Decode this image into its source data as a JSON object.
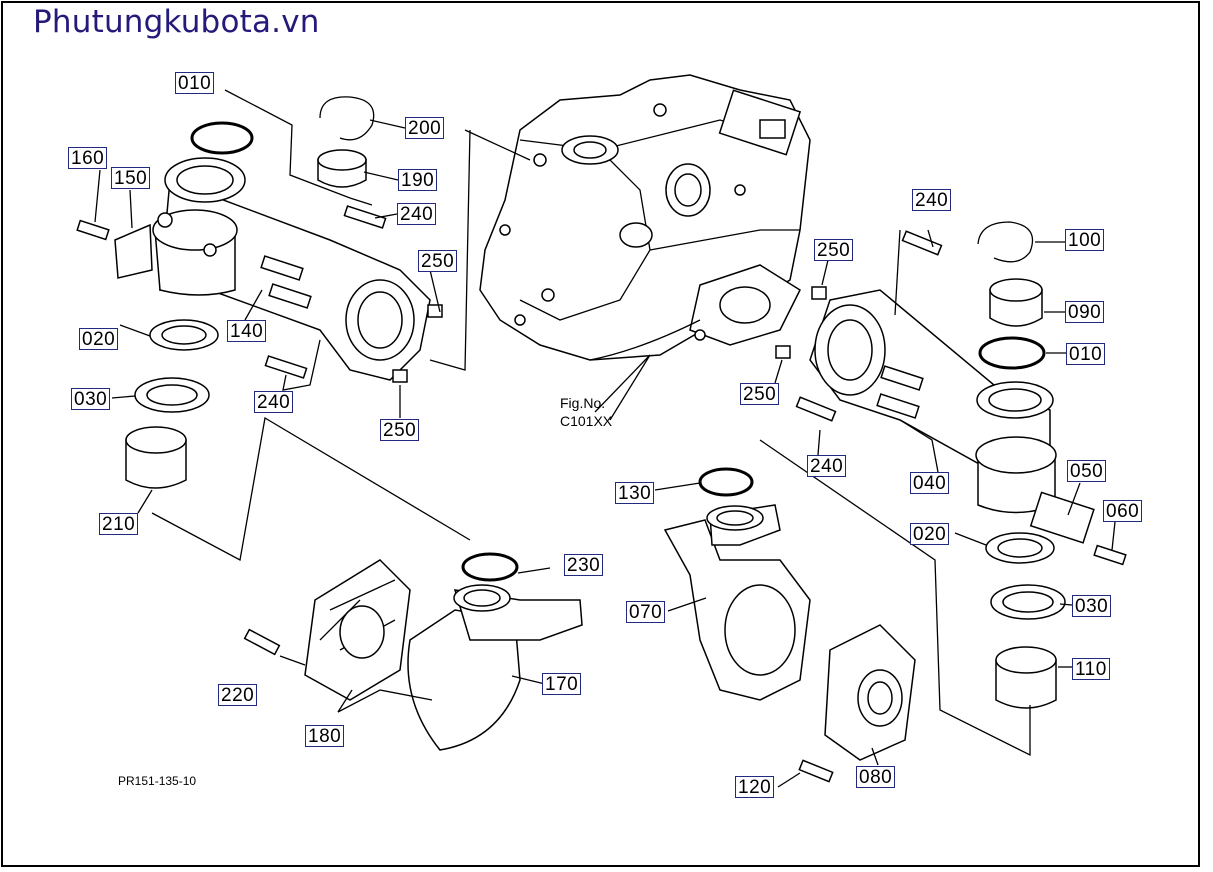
{
  "watermark": "Phutungkubota.vn",
  "figure_ref": {
    "line1": "Fig.No.",
    "line2": "C101XX"
  },
  "drawing_code": "PR151-135-10",
  "labels": {
    "l010a": "010",
    "l200": "200",
    "l190": "190",
    "l160": "160",
    "l150": "150",
    "l240a": "240",
    "l250a": "250",
    "l020a": "020",
    "l140": "140",
    "l030a": "030",
    "l240b": "240",
    "l250b": "250",
    "l210": "210",
    "l240c": "240",
    "l100": "100",
    "l250c": "250",
    "l090": "090",
    "l010b": "010",
    "l250d": "250",
    "l240d": "240",
    "l040": "040",
    "l050": "050",
    "l130": "130",
    "l020b": "020",
    "l060": "060",
    "l230": "230",
    "l030b": "030",
    "l070": "070",
    "l110": "110",
    "l170": "170",
    "l220": "220",
    "l180": "180",
    "l120": "120",
    "l080": "080"
  }
}
